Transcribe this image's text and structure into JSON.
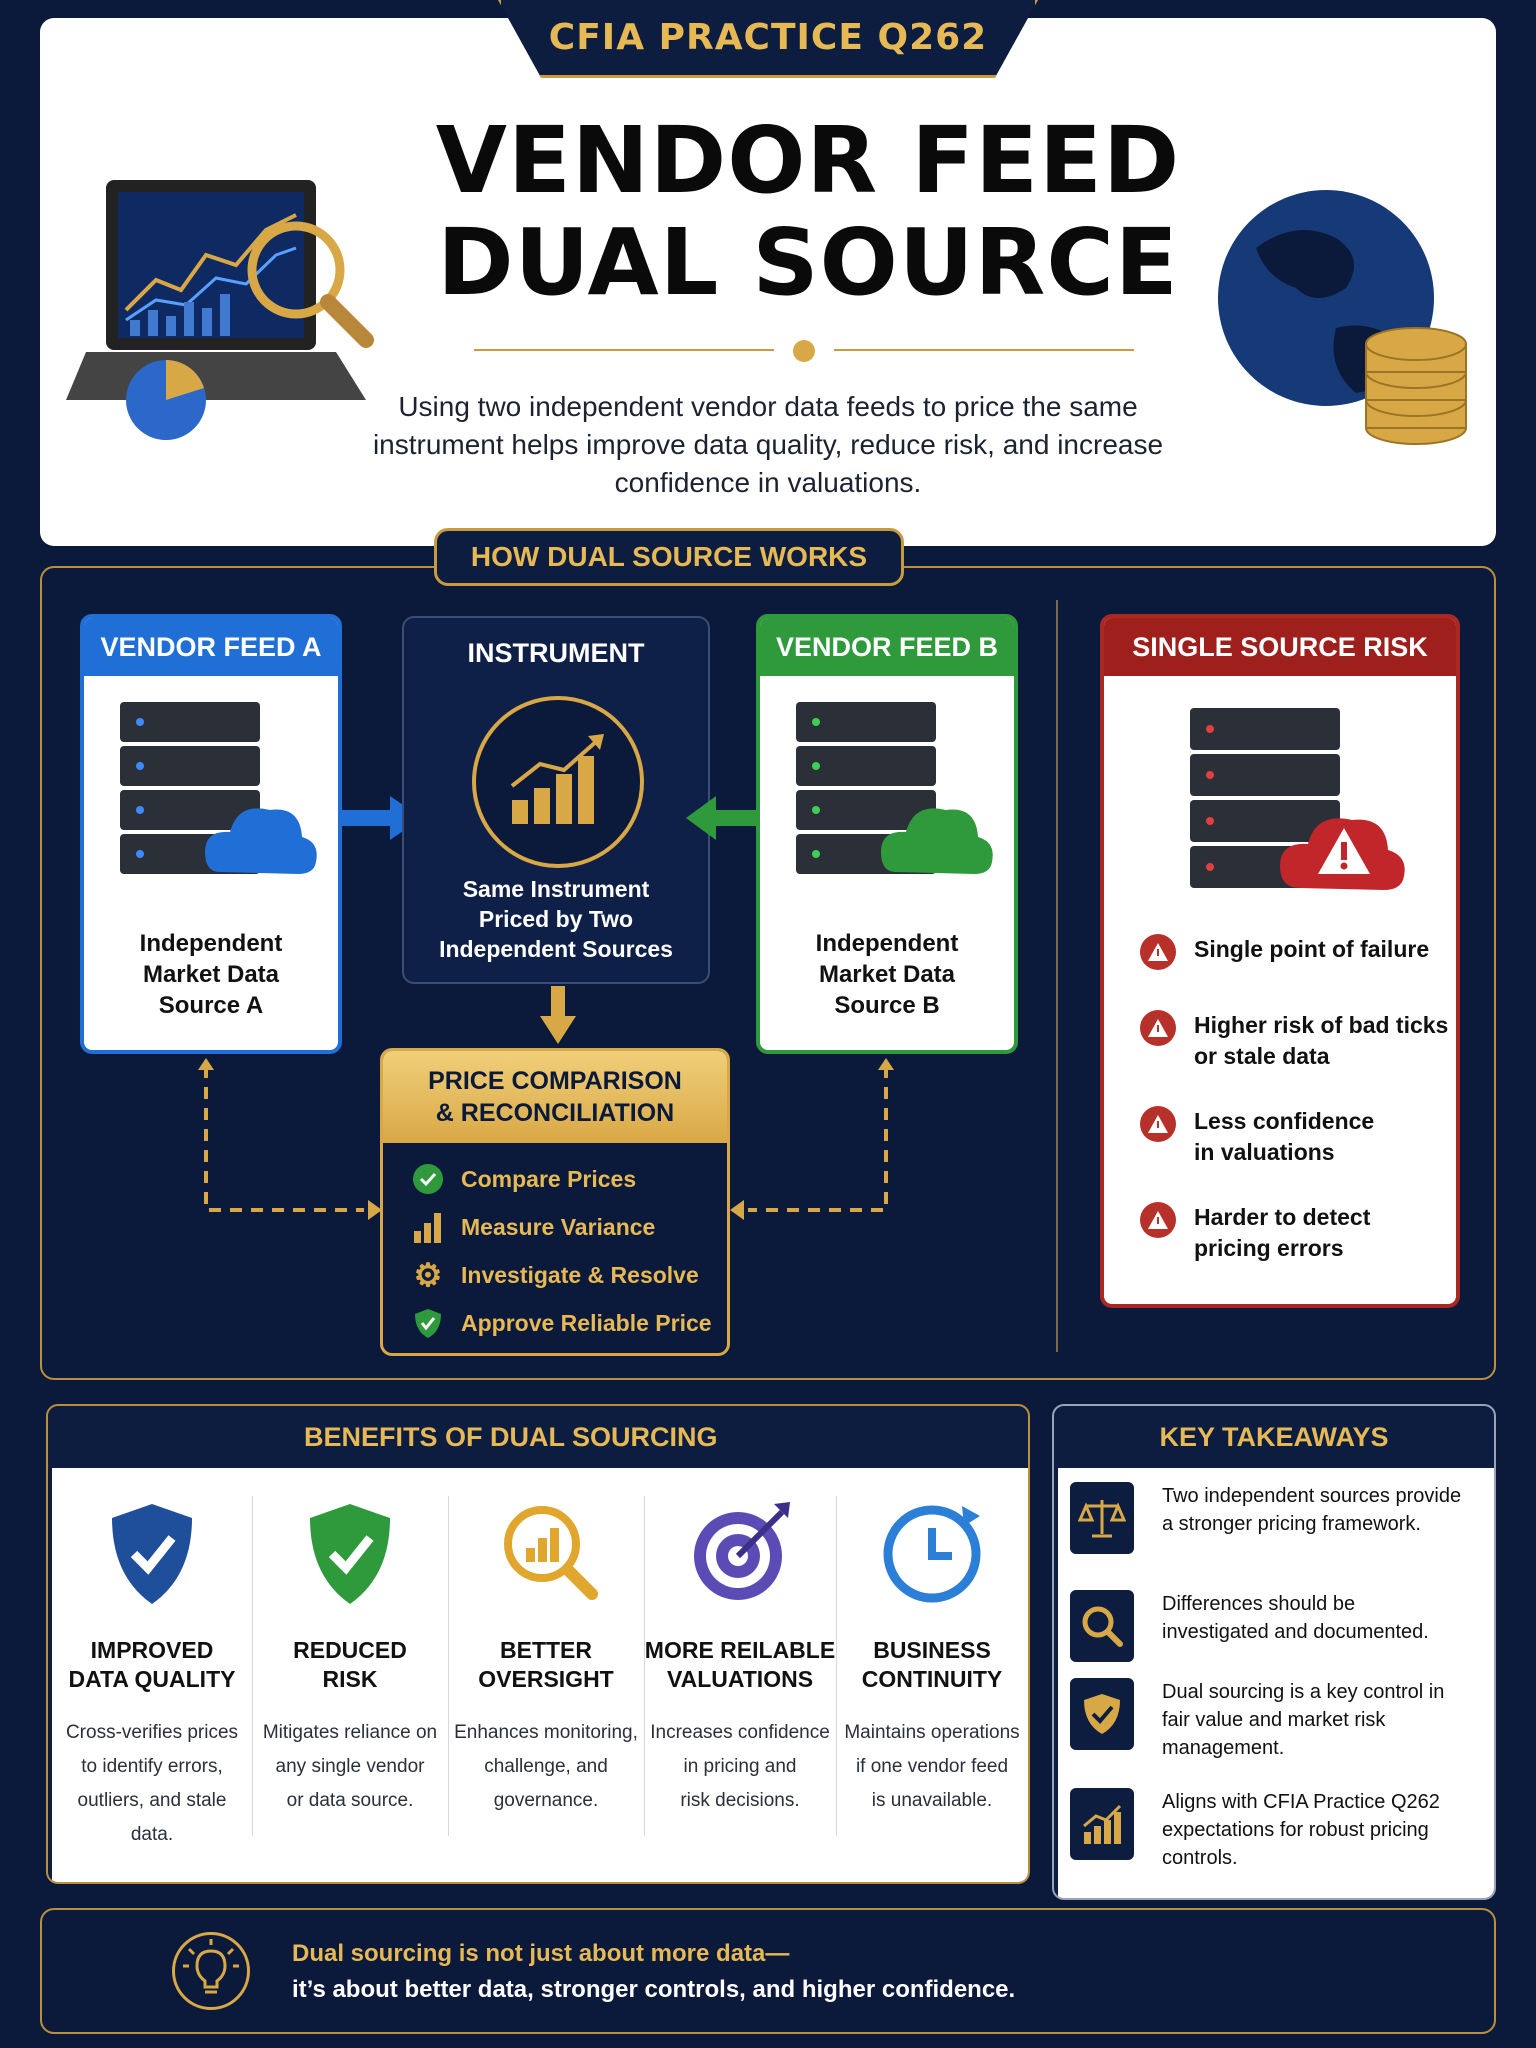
{
  "header": {
    "badge": "CFIA PRACTICE Q262",
    "title_line1": "VENDOR FEED",
    "title_line2": "DUAL SOURCE",
    "subtitle": "Using two independent vendor data feeds to price the same instrument helps improve data quality, reduce risk, and increase confidence in valuations."
  },
  "how": {
    "tab": "HOW DUAL SOURCE WORKS",
    "feed_a": {
      "title": "VENDOR FEED A",
      "text_lines": [
        "Independent",
        "Market Data",
        "Source A"
      ]
    },
    "feed_b": {
      "title": "VENDOR FEED B",
      "text_lines": [
        "Independent",
        "Market Data",
        "Source B"
      ]
    },
    "instrument": {
      "title": "INSTRUMENT",
      "text_lines": [
        "Same Instrument",
        "Priced by Two",
        "Independent Sources"
      ]
    },
    "comparison": {
      "title_lines": [
        "PRICE COMPARISON",
        "& RECONCILIATION"
      ],
      "steps": [
        {
          "label": "Compare Prices",
          "icon": "check-circle-icon"
        },
        {
          "label": "Measure Variance",
          "icon": "bar-chart-icon"
        },
        {
          "label": "Investigate & Resolve",
          "icon": "gear-icon"
        },
        {
          "label": "Approve Reliable Price",
          "icon": "shield-check-icon"
        }
      ]
    },
    "risk": {
      "title": "SINGLE SOURCE RISK",
      "items": [
        {
          "lines": [
            "Single point of failure"
          ]
        },
        {
          "lines": [
            "Higher risk of bad ticks",
            "or stale data"
          ]
        },
        {
          "lines": [
            "Less confidence",
            "in valuations"
          ]
        },
        {
          "lines": [
            "Harder to detect",
            "pricing errors"
          ]
        }
      ]
    }
  },
  "benefits": {
    "title": "BENEFITS OF DUAL SOURCING",
    "items": [
      {
        "title_lines": [
          "IMPROVED",
          "DATA QUALITY"
        ],
        "desc_lines": [
          "Cross-verifies prices",
          "to identify errors,",
          "outliers, and stale",
          "data."
        ],
        "icon": "shield-check-icon",
        "color": "#1f4f9a"
      },
      {
        "title_lines": [
          "REDUCED",
          "RISK"
        ],
        "desc_lines": [
          "Mitigates reliance on",
          "any single vendor",
          "or data source."
        ],
        "icon": "shield-check-icon",
        "color": "#2f9a3c"
      },
      {
        "title_lines": [
          "BETTER",
          "OVERSIGHT"
        ],
        "desc_lines": [
          "Enhances monitoring,",
          "challenge, and",
          "governance."
        ],
        "icon": "magnifier-chart-icon",
        "color": "#e0a62e"
      },
      {
        "title_lines": [
          "MORE REILABLE",
          "VALUATIONS"
        ],
        "desc_lines": [
          "Increases confidence",
          "in pricing and",
          "risk decisions."
        ],
        "icon": "target-icon",
        "color": "#5b4bb5"
      },
      {
        "title_lines": [
          "BUSINESS",
          "CONTINUITY"
        ],
        "desc_lines": [
          "Maintains operations",
          "if one vendor feed",
          "is unavailable."
        ],
        "icon": "clock-icon",
        "color": "#2b7fd6"
      }
    ]
  },
  "takeaways": {
    "title": "KEY TAKEAWAYS",
    "items": [
      {
        "text": "Two independent sources provide a stronger pricing framework.",
        "icon": "scales-icon"
      },
      {
        "text": "Differences should be investigated and documented.",
        "icon": "search-icon"
      },
      {
        "text": "Dual sourcing is a key control in fair value and market risk management.",
        "icon": "shield-check-icon"
      },
      {
        "text": "Aligns with CFIA Practice Q262 expectations for robust pricing controls.",
        "icon": "growth-chart-icon"
      }
    ]
  },
  "footer": {
    "line1": "Dual sourcing is not just about more data—",
    "line2": "it’s about better data, stronger controls, and higher confidence.",
    "icon": "lightbulb-icon"
  },
  "colors": {
    "navy": "#0b1a3a",
    "gold": "#d9a846",
    "blue": "#1f6fd6",
    "green": "#2f9a3c",
    "red": "#9e1f1c"
  }
}
